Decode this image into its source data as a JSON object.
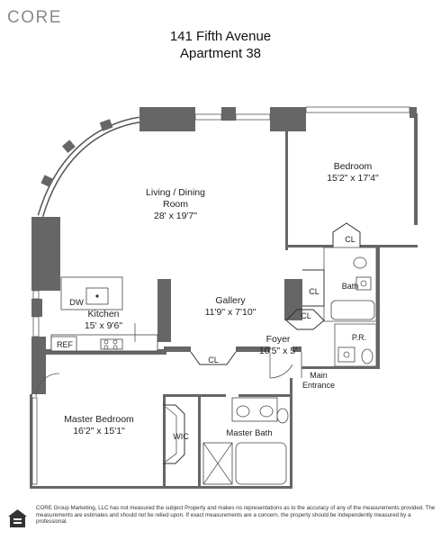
{
  "brand": {
    "logo_text": "CORE"
  },
  "title": {
    "line1": "141 Fifth Avenue",
    "line2": "Apartment 38"
  },
  "rooms": {
    "bedroom": {
      "name": "Bedroom",
      "dims": "15'2\" x 17'4\""
    },
    "living": {
      "name_line1": "Living / Dining",
      "name_line2": "Room",
      "dims": "28' x 19'7\""
    },
    "kitchen": {
      "name": "Kitchen",
      "dims": "15' x 9'6\""
    },
    "gallery": {
      "name": "Gallery",
      "dims": "11'9\" x 7'10\""
    },
    "foyer": {
      "name": "Foyer",
      "dims": "10'5\" x 5'"
    },
    "master_bedroom": {
      "name": "Master Bedroom",
      "dims": "16'2\" x 15'1\""
    },
    "master_bath": {
      "name": "Master Bath"
    },
    "bath": {
      "name": "Bath"
    },
    "powder_room": {
      "name": "P.R."
    },
    "wic": {
      "name": "WIC"
    }
  },
  "fixtures": {
    "dw": "DW",
    "ref": "REF",
    "closet": "CL"
  },
  "entrance": {
    "line1": "Main",
    "line2": "Entrance"
  },
  "footer": {
    "disclaimer": "CORE Group Marketing, LLC has not measured the subject Property and makes no representations as to the accuracy of any of the measurements provided. The measurements are estimates and should not be relied upon. If exact measurements are a concern, the property should be independently measured by a professional."
  },
  "colors": {
    "wall": "#666666",
    "logo": "#8a8a8a",
    "text": "#222222"
  }
}
